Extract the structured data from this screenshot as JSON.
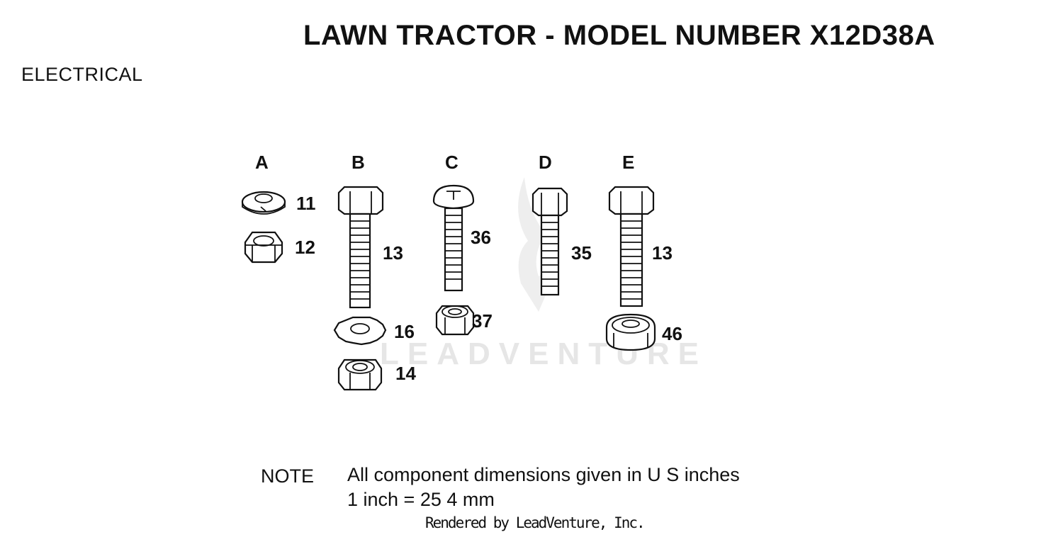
{
  "header": {
    "title": "LAWN TRACTOR - MODEL NUMBER X12D38A"
  },
  "section": {
    "name": "ELECTRICAL"
  },
  "watermark": {
    "text": "LEADVENTURE",
    "color": "#e6e6e6"
  },
  "columns": [
    {
      "label": "A",
      "parts": [
        "11",
        "12"
      ]
    },
    {
      "label": "B",
      "parts": [
        "13",
        "16",
        "14"
      ]
    },
    {
      "label": "C",
      "parts": [
        "36",
        "37"
      ]
    },
    {
      "label": "D",
      "parts": [
        "35"
      ]
    },
    {
      "label": "E",
      "parts": [
        "13",
        "46"
      ]
    }
  ],
  "note": {
    "label": "NOTE",
    "line1": "All component dimensions given in U S  inches",
    "line2": "1 inch = 25 4 mm"
  },
  "credit": "Rendered by LeadVenture, Inc."
}
